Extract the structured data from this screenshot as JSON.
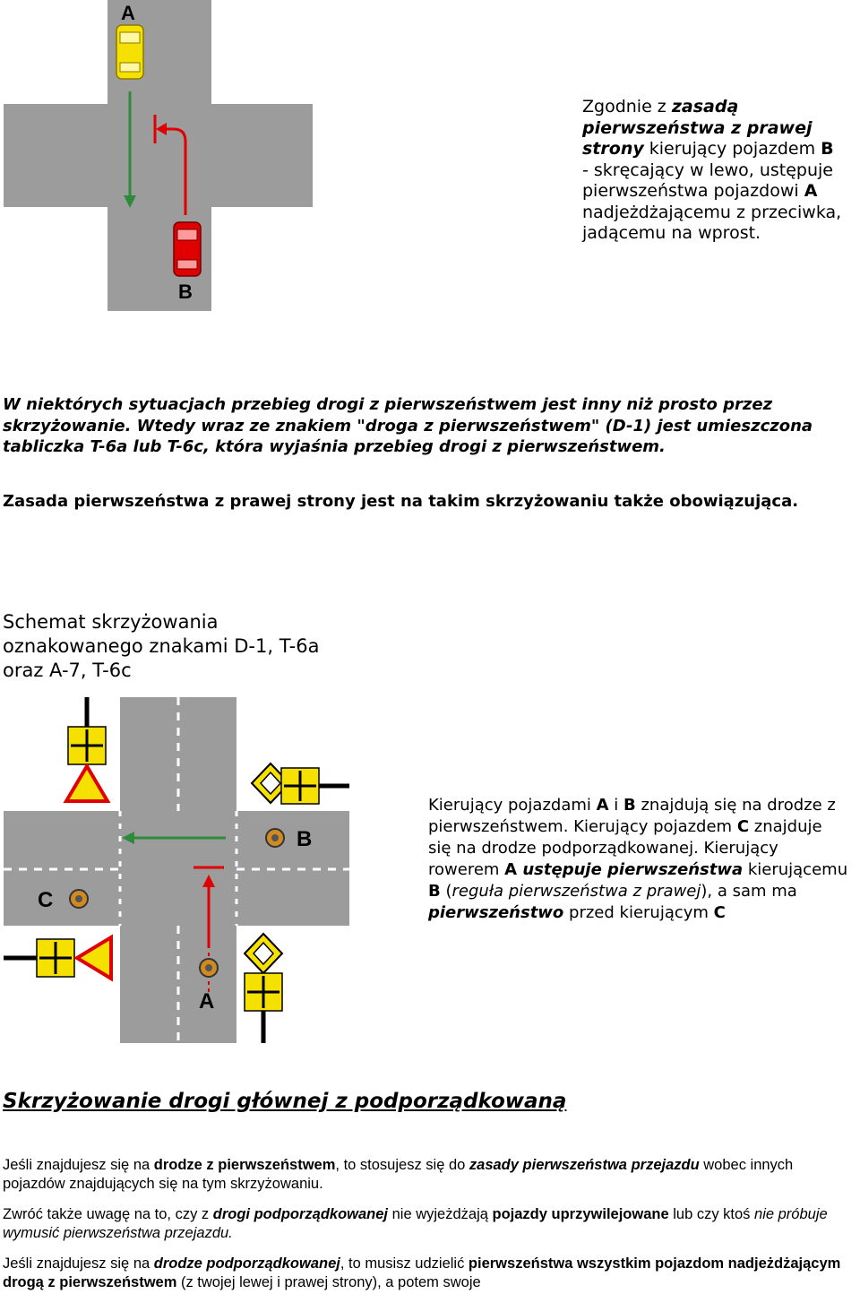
{
  "figure1": {
    "label_a": "A",
    "label_b": "B",
    "colors": {
      "road": "#9c9c9c",
      "car_a": "#f5e000",
      "car_b": "#e00000",
      "arrow_straight": "#2e8b3c",
      "arrow_left": "#e00000"
    }
  },
  "para1": {
    "t1": "Zgodnie z ",
    "t2": "zasadą pierwszeństwa z prawej strony",
    "t3": " kierujący pojazdem ",
    "t4": "B",
    "t5": " - skręcający w lewo, ustępuje pierwszeństwa pojazdowi ",
    "t6": "A",
    "t7": " nadjeżdżającemu z przeciwka, jadącemu na wprost."
  },
  "para2": "W niektórych sytuacjach przebieg drogi z pierwszeństwem jest inny niż prosto przez skrzyżowanie. Wtedy wraz ze znakiem \"droga z pierwszeństwem\" (D-1) jest umieszczona tabliczka T-6a lub T-6c, która wyjaśnia przebieg drogi z pierwszeństwem.",
  "para3": "Zasada pierwszeństwa z prawej strony jest na takim skrzyżowaniu także obowiązująca.",
  "schema_title": {
    "line1": "Schemat skrzyżowania",
    "line2": "oznakowanego znakami D-1, T-6a",
    "line3": "oraz A-7, T-6c"
  },
  "figure2": {
    "label_a": "A",
    "label_b": "B",
    "label_c": "C"
  },
  "para4": {
    "t1": "Kierujący pojazdami ",
    "t2": "A",
    "t3": " i ",
    "t4": "B",
    "t5": " znajdują się na drodze z pierwszeństwem. Kierujący pojazdem ",
    "t6": "C",
    "t7": " znajduje się na drodze podporządkowanej. Kierujący rowerem ",
    "t8": "A",
    "t9": " ustępuje pierwszeństwa",
    "t10": " kierującemu ",
    "t11": "B",
    "t12": " (",
    "t13": "reguła pierwszeństwa z prawej",
    "t14": "), a sam ma ",
    "t15": "pierwszeństwo",
    "t16": " przed kierującym ",
    "t17": "C"
  },
  "heading": "Skrzyżowanie drogi głównej z podporządkowaną",
  "para5": {
    "t1": "Jeśli znajdujesz się na ",
    "t2": "drodze z pierwszeństwem",
    "t3": ", to stosujesz się do ",
    "t4": "zasady pierwszeństwa przejazdu",
    "t5": " wobec innych pojazdów znajdujących się na tym skrzyżowaniu."
  },
  "para6": {
    "t1": "Zwróć także uwagę na to, czy z ",
    "t2": "drogi podporządkowanej",
    "t3": " nie wyjeżdżają ",
    "t4": "pojazdy uprzywilejowane",
    "t5": " lub czy ktoś ",
    "t6": "nie próbuje wymusić pierwszeństwa przejazdu."
  },
  "para7": {
    "t1": "Jeśli znajdujesz się na ",
    "t2": "drodze podporządkowanej",
    "t3": ", to musisz udzielić ",
    "t4": "pierwszeństwa wszystkim pojazdom nadjeżdżającym drogą z pierwszeństwem",
    "t5": " (z twojej lewej i prawej strony), a potem swoje"
  }
}
